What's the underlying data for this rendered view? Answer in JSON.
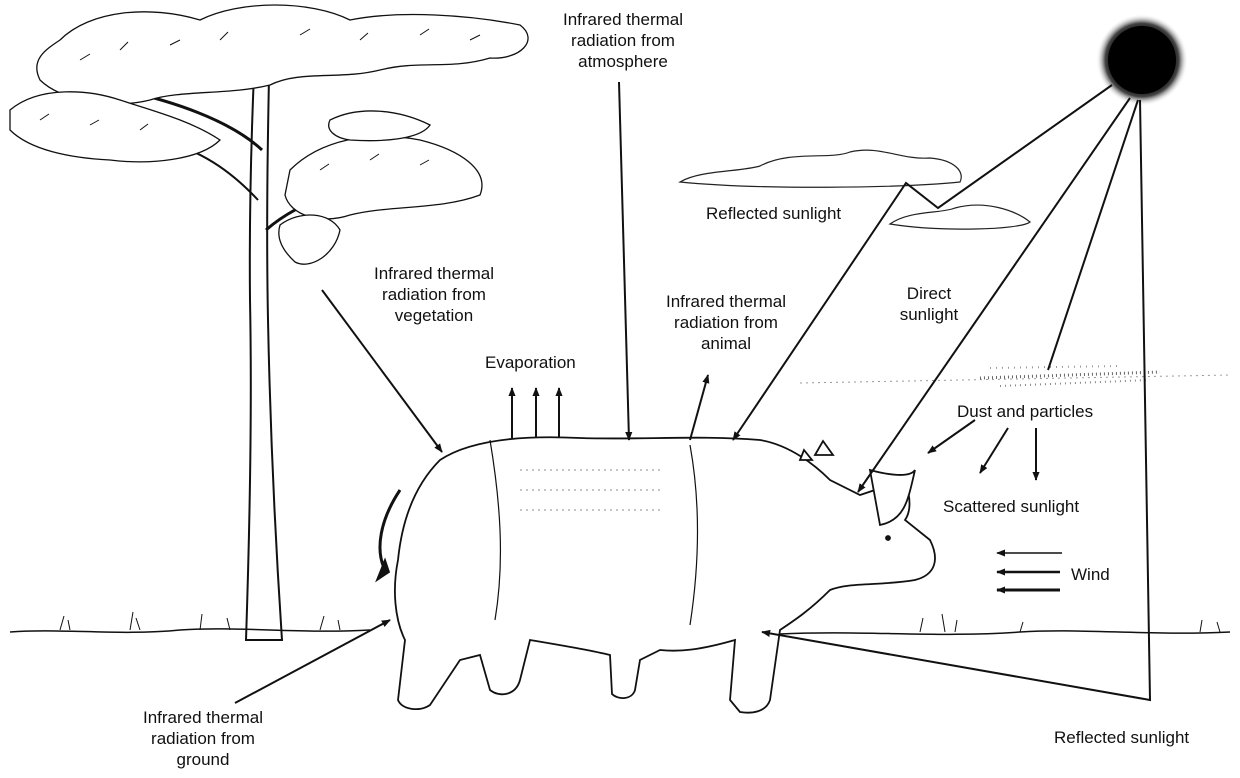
{
  "labels": {
    "atmosphere": [
      "Infrared thermal",
      "radiation from",
      "atmosphere"
    ],
    "vegetation": [
      "Infrared thermal",
      "radiation from",
      "vegetation"
    ],
    "animal": [
      "Infrared thermal",
      "radiation from",
      "animal"
    ],
    "ground": [
      "Infrared thermal",
      "radiation from",
      "ground"
    ],
    "evaporation": "Evaporation",
    "reflected_cloud": "Reflected sunlight",
    "direct": [
      "Direct",
      "sunlight"
    ],
    "dust": "Dust and particles",
    "scattered": "Scattered sunlight",
    "wind": "Wind",
    "reflected_ground": "Reflected sunlight"
  },
  "icons": [
    "sun-icon",
    "tree-icon",
    "rhinoceros-icon",
    "cloud-icon",
    "grass-icon",
    "dust-haze-icon"
  ],
  "colors": {
    "ink": "#111111",
    "background": "#ffffff"
  }
}
